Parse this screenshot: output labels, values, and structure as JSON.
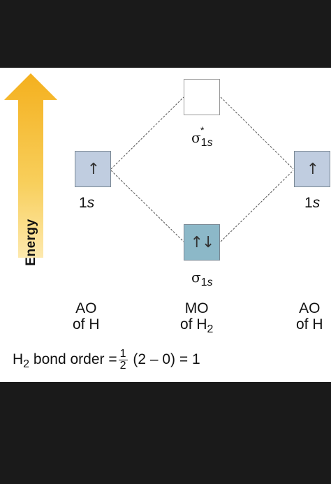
{
  "axis": {
    "label": "Energy",
    "arrow_color": "#f5b82a"
  },
  "colors": {
    "ao_fill": "#c0cde0",
    "mo_fill": "#8cb8c8",
    "empty_fill": "#ffffff"
  },
  "left_ao": {
    "electrons": "↑",
    "label_num": "1",
    "label_italic": "s",
    "caption_line1": "AO",
    "caption_line2": "of H"
  },
  "right_ao": {
    "electrons": "↑",
    "label_num": "1",
    "label_italic": "s",
    "caption_line1": "AO",
    "caption_line2": "of H"
  },
  "antibonding": {
    "electrons": "",
    "symbol": "σ",
    "superscript": "*",
    "subscript_num": "1",
    "subscript_italic": "s"
  },
  "bonding": {
    "electrons": "↑↓",
    "symbol": "σ",
    "subscript_num": "1",
    "subscript_italic": "s"
  },
  "mo_caption": {
    "line1": "MO",
    "line2_text": "of H",
    "line2_sub": "2"
  },
  "bond_order": {
    "prefix": "H",
    "prefix_sub": "2",
    "text": " bond order =",
    "frac_num": "1",
    "frac_den": "2",
    "rest": " (2 – 0) = 1"
  }
}
